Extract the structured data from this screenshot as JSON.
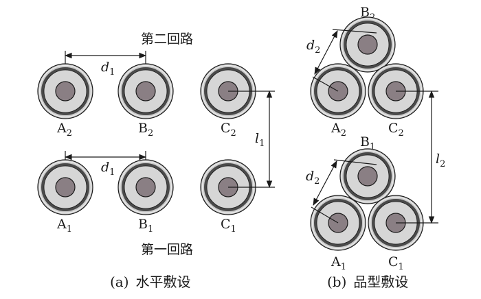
{
  "diagram": {
    "colors": {
      "outer_ring": "#c9c9c9",
      "dark_ring": "#4a4a4a",
      "insulation": "#d6d6d6",
      "core": "#8a7f84",
      "line": "#1a1a1a"
    },
    "horizontal": {
      "caption_tag": "(a)",
      "caption_text": "水平敷设",
      "circuit_top": "第二回路",
      "circuit_bottom": "第一回路",
      "cables_top": [
        {
          "letter": "A",
          "sub": "2"
        },
        {
          "letter": "B",
          "sub": "2"
        },
        {
          "letter": "C",
          "sub": "2"
        }
      ],
      "cables_bottom": [
        {
          "letter": "A",
          "sub": "1"
        },
        {
          "letter": "B",
          "sub": "1"
        },
        {
          "letter": "C",
          "sub": "1"
        }
      ],
      "spacing_top": {
        "letter": "d",
        "sub": "1"
      },
      "spacing_bottom": {
        "letter": "d",
        "sub": "1"
      },
      "circuit_gap": {
        "letter": "l",
        "sub": "1"
      }
    },
    "trefoil": {
      "caption_tag": "(b)",
      "caption_text": "品型敷设",
      "cables_top": [
        {
          "letter": "B",
          "sub": "2"
        },
        {
          "letter": "A",
          "sub": "2"
        },
        {
          "letter": "C",
          "sub": "2"
        }
      ],
      "cables_bottom": [
        {
          "letter": "B",
          "sub": "1"
        },
        {
          "letter": "A",
          "sub": "1"
        },
        {
          "letter": "C",
          "sub": "1"
        }
      ],
      "spacing_top": {
        "letter": "d",
        "sub": "2"
      },
      "spacing_bottom": {
        "letter": "d",
        "sub": "2"
      },
      "circuit_gap": {
        "letter": "l",
        "sub": "2"
      }
    }
  }
}
